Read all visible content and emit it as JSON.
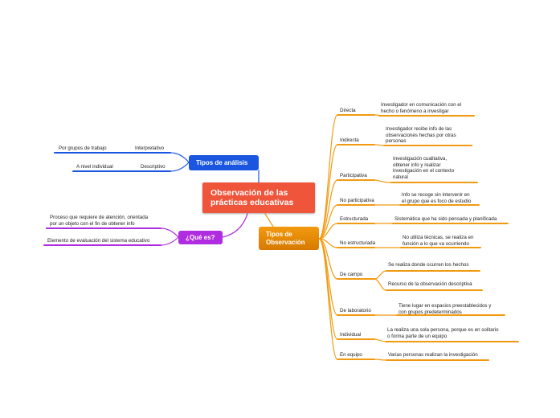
{
  "central": {
    "title": "Observación de las\nprácticas educativas"
  },
  "tipos_analisis": {
    "title": "Tipos de análisis",
    "children": [
      {
        "label": "Interpretativo",
        "child": "Por grupos de trabajo"
      },
      {
        "label": "Descriptivo",
        "child": "A nivel individual"
      }
    ]
  },
  "que_es": {
    "title": "¿Qué es?",
    "children": [
      "Proceso que requiere de atención, orientada\npor un objeto con el fin de obtener info",
      "Elemento de evaluación del sistema educativo"
    ]
  },
  "tipos_observacion": {
    "title": "Tipos de\nObservación",
    "children": [
      {
        "label": "Directa",
        "desc": [
          "Investigador en comunicación con el\nhecho o fenómeno a investigar"
        ]
      },
      {
        "label": "Indirecta",
        "desc": [
          "Investigador recibe info de las\nobservaciones hechas por otras\npersonas"
        ]
      },
      {
        "label": "Participativa",
        "desc": [
          "Investigación cualitativa,\nobtener info y realizar\ninvestigación en el contexto\nnatural"
        ]
      },
      {
        "label": "No participativa",
        "desc": [
          "Info se recoge sin intervenir en\nel grupo que es foco de estudio"
        ]
      },
      {
        "label": "Estructurada",
        "desc": [
          "Sistemática que ha sido pensada y planificada"
        ]
      },
      {
        "label": "No estructurada",
        "desc": [
          "No utiliza técnicas, se realiza en\nfunción a lo que va ocurriendo"
        ]
      },
      {
        "label": "De campo",
        "desc": [
          "Se realiza donde ocurren los hechos",
          "Recurso de la observación descriptiva"
        ]
      },
      {
        "label": "De laboratorio",
        "desc": [
          "Tiene lugar en espacios preestablecidos y\ncon grupos predeterminados"
        ]
      },
      {
        "label": "Individual",
        "desc": [
          "La realiza una sola persona, porque es en solitario\no forma parte de un equipo"
        ]
      },
      {
        "label": "En equipo",
        "desc": [
          "Varias personas realizan la investigación"
        ]
      }
    ]
  },
  "colors": {
    "central": "#ef553b",
    "blue": "#1a56e0",
    "purple": "#b02ce0",
    "orange": "#f29a0f"
  }
}
